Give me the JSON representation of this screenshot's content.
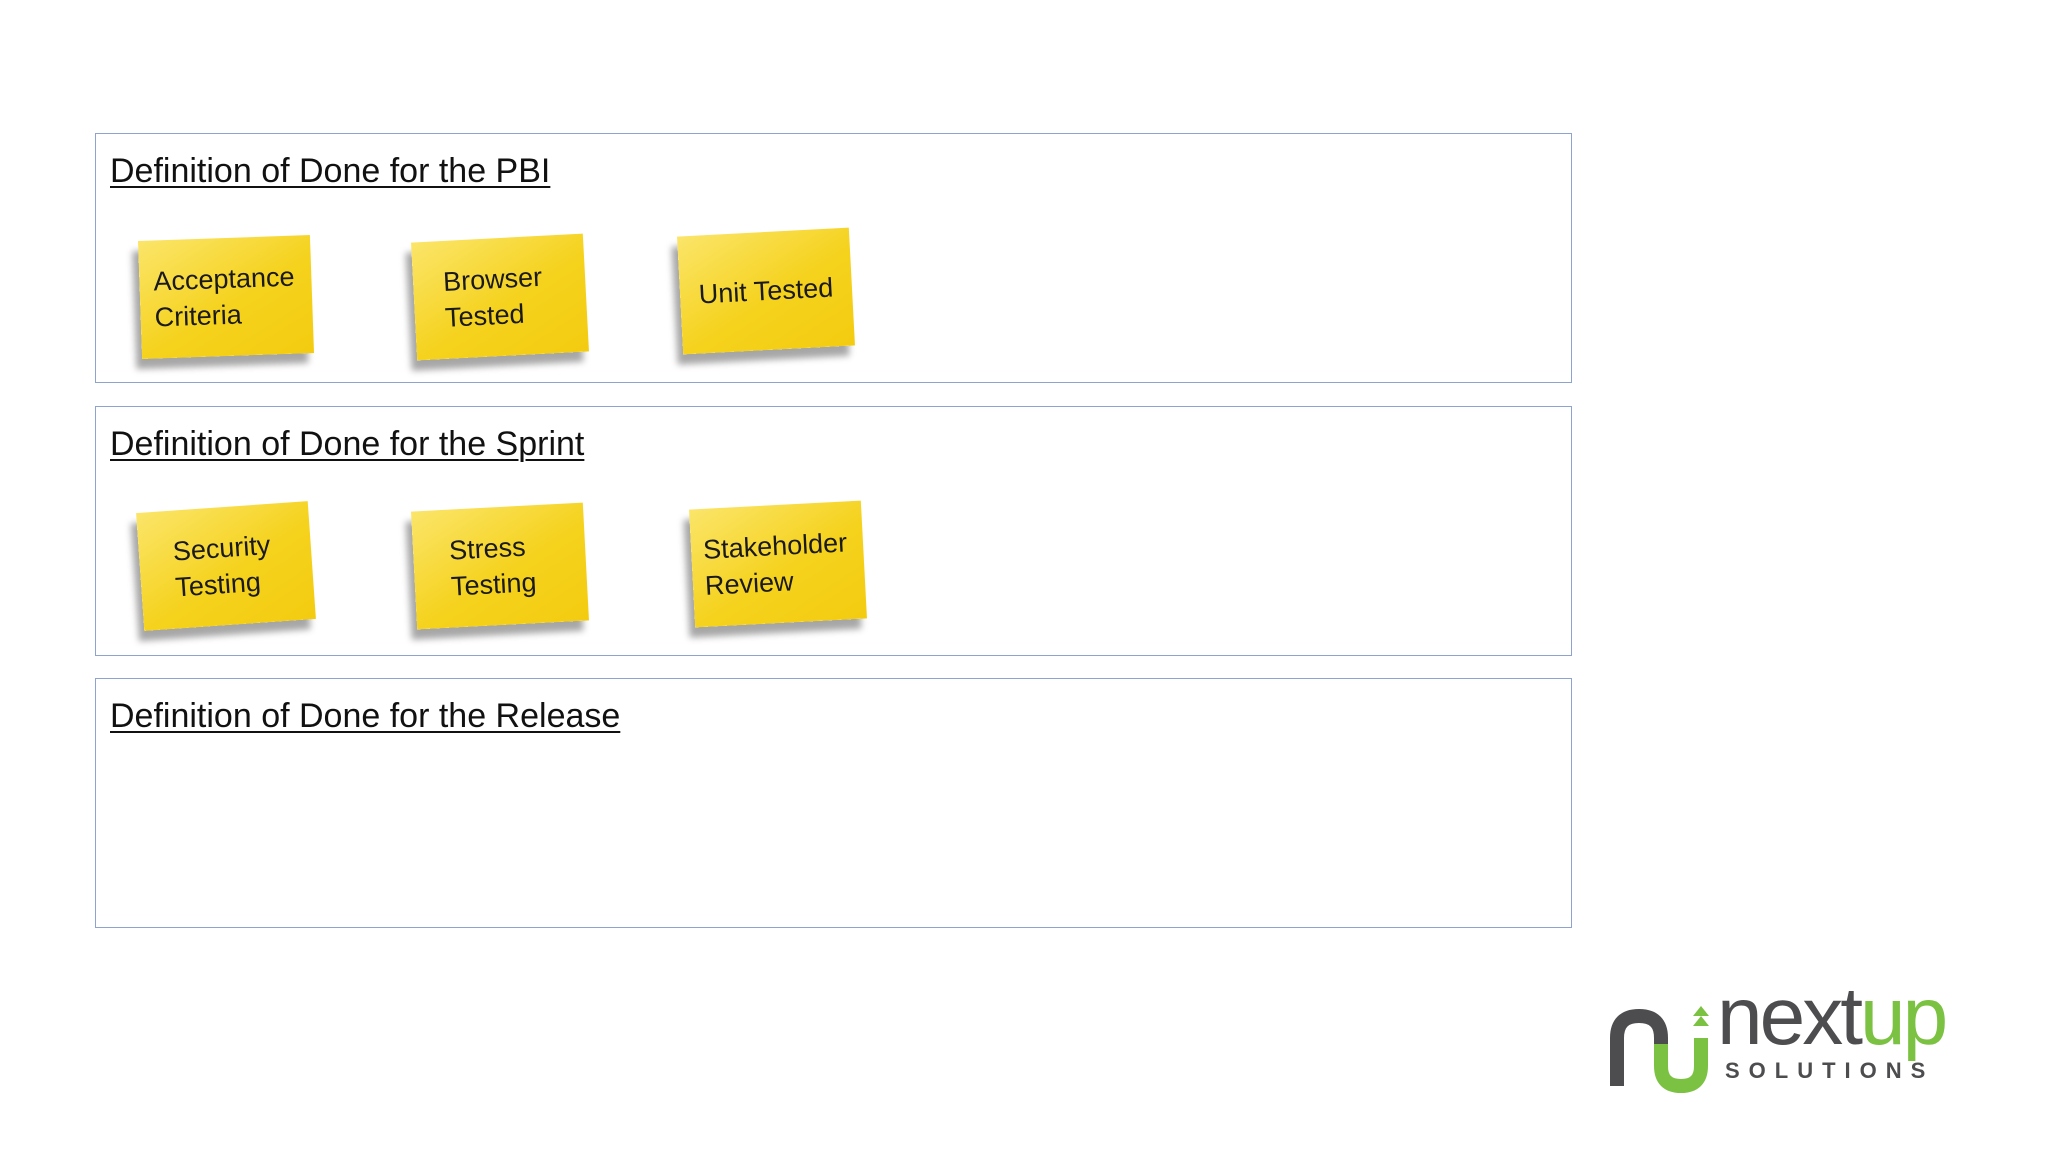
{
  "sections": [
    {
      "title": "Definition of Done for the PBI",
      "notes": [
        "Acceptance\nCriteria",
        "Browser\nTested",
        "Unit Tested"
      ]
    },
    {
      "title": "Definition of Done for the Sprint",
      "notes": [
        "Security\nTesting",
        "Stress\nTesting",
        "Stakeholder\nReview"
      ]
    },
    {
      "title": "Definition of Done for the Release",
      "notes": []
    }
  ],
  "logo": {
    "word_next": "next",
    "word_up": "up",
    "subtitle": "SOLUTIONS"
  },
  "colors": {
    "note_yellow": "#f5d21d",
    "border": "#8fa3cf",
    "logo_gray": "#4d4d4f",
    "logo_green": "#7cc242"
  }
}
